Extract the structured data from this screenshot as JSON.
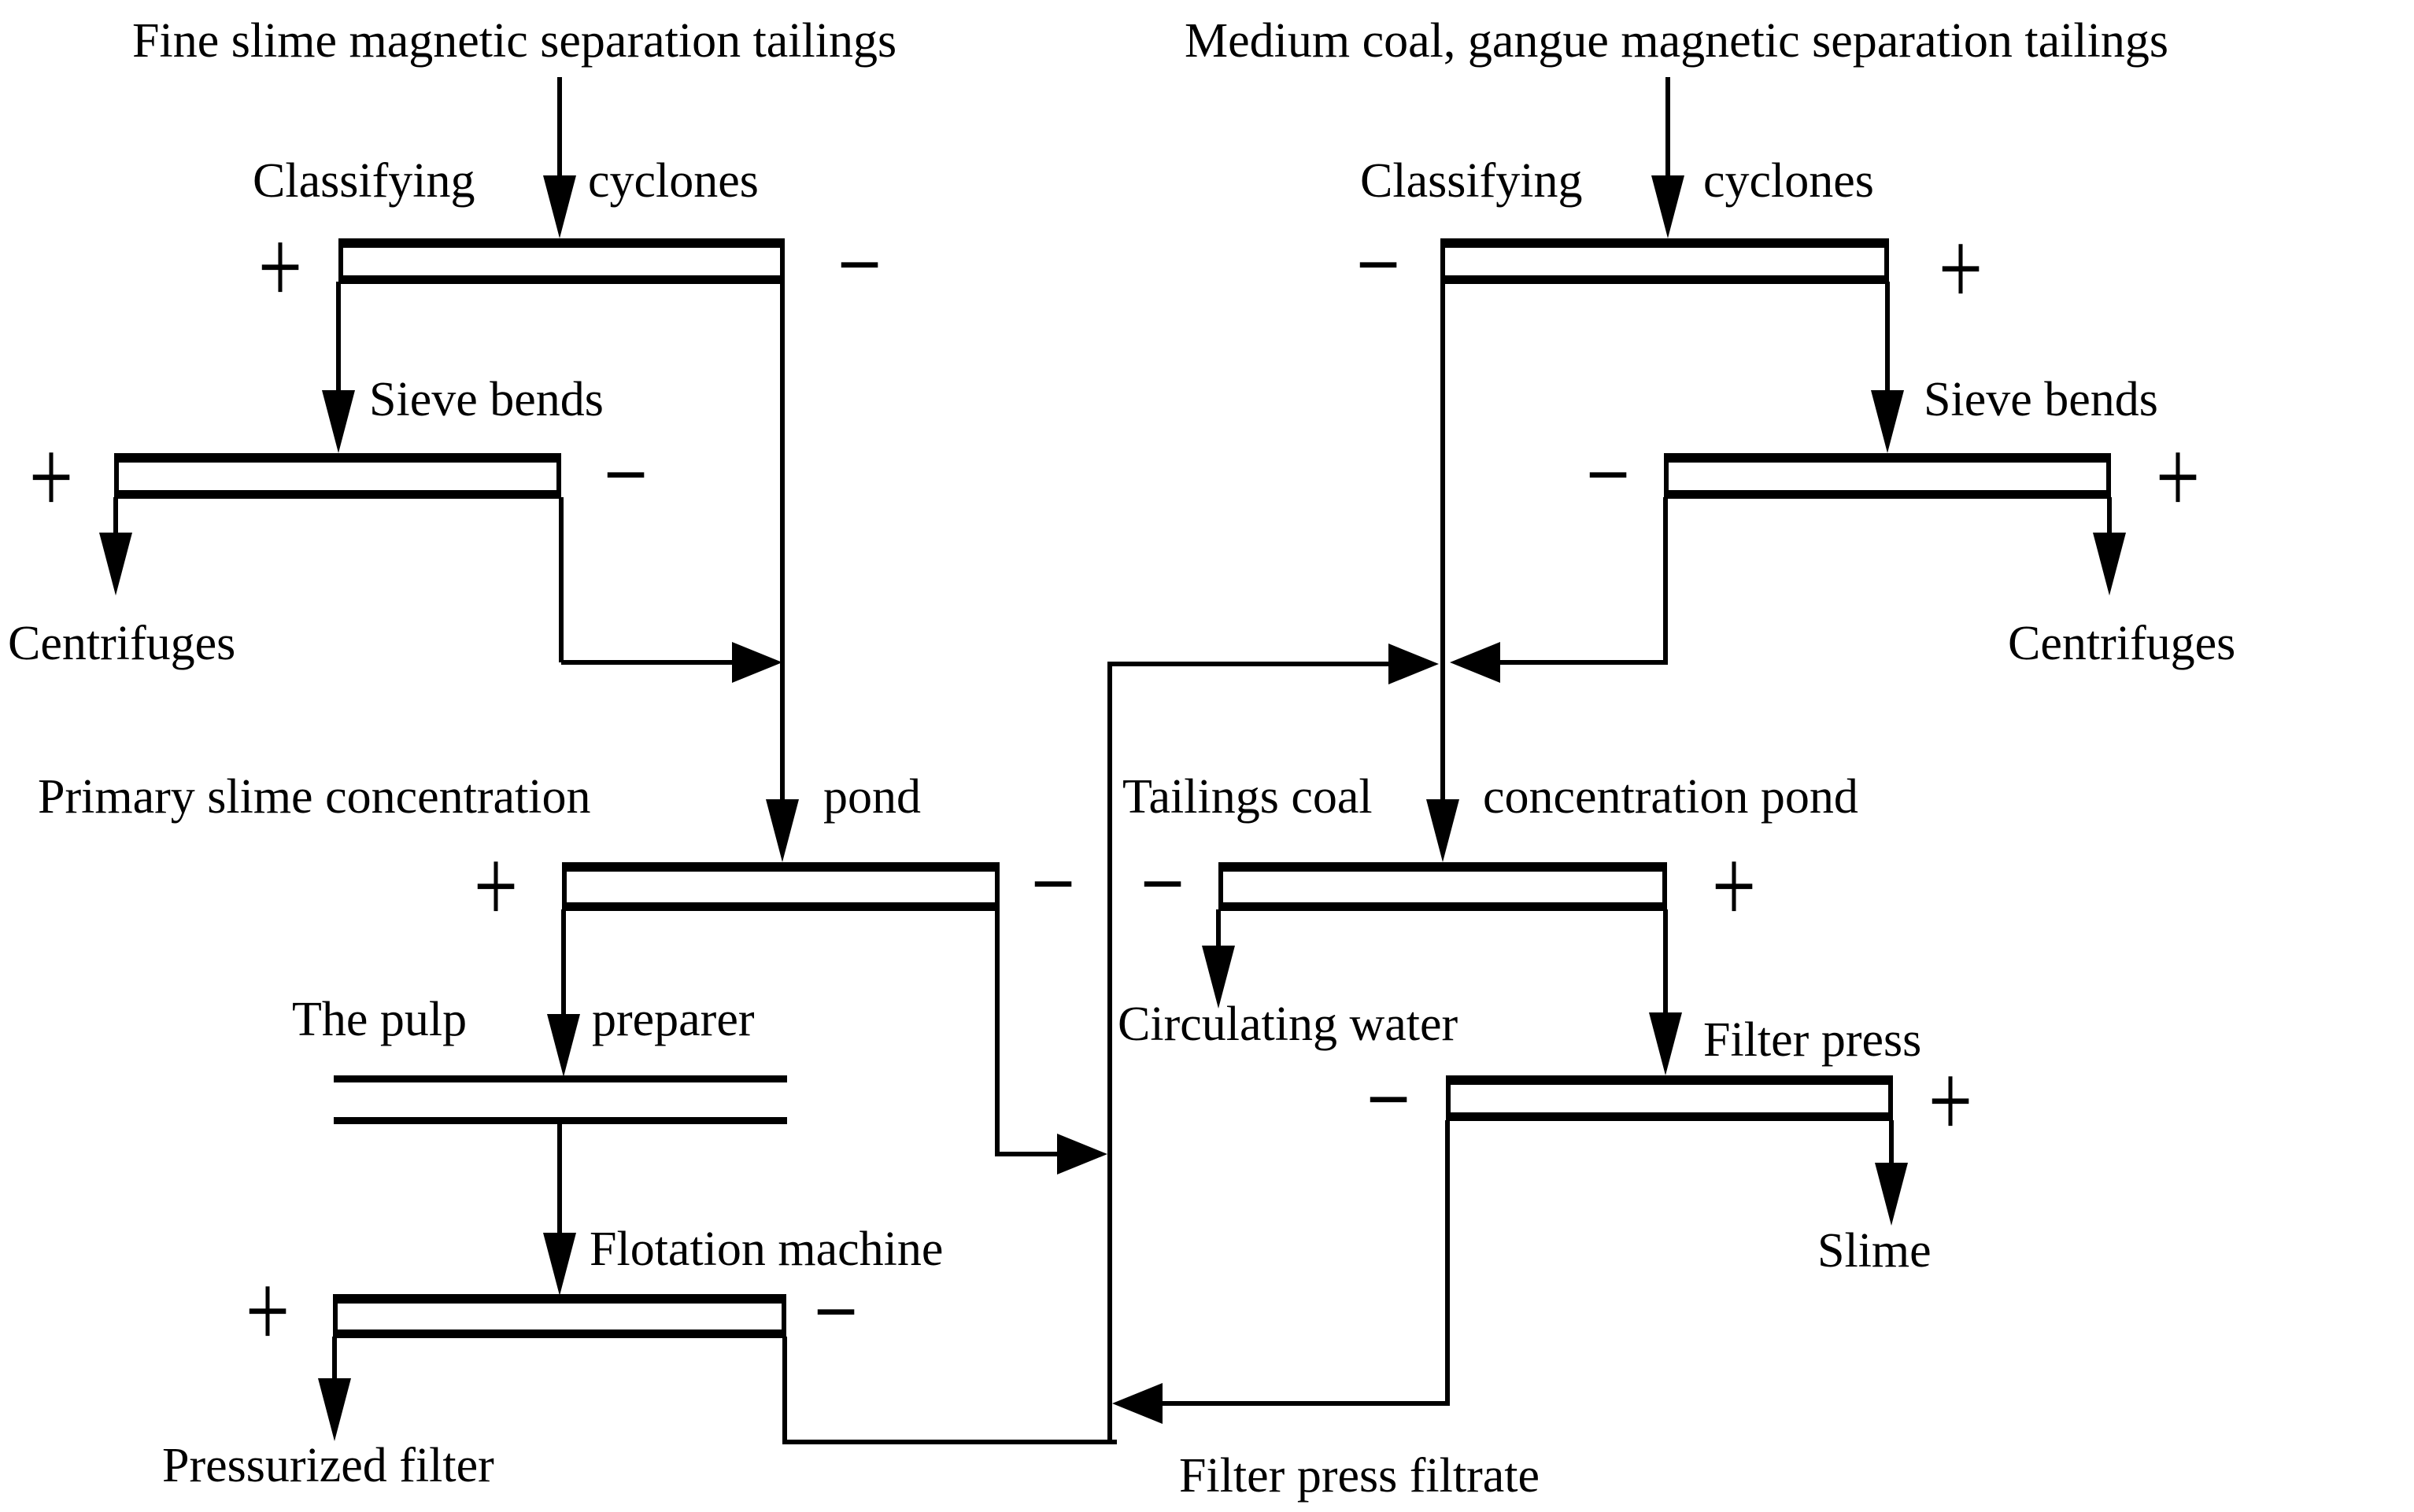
{
  "colors": {
    "ink": "#000000",
    "paper": "#ffffff"
  },
  "flowchart": {
    "left": {
      "feed_label": "Fine slime magnetic separation tailings",
      "cyclones": {
        "name_l": "Classifying",
        "name_r": "cyclones",
        "plus": "+",
        "minus": "−"
      },
      "sieve": {
        "name": "Sieve bends",
        "plus": "+",
        "minus": "−"
      },
      "centrifuges_label": "Centrifuges",
      "pond": {
        "name_l": "Primary slime concentration",
        "name_r": "pond",
        "plus": "+",
        "minus": "−"
      },
      "pulp": {
        "name_l": "The pulp",
        "name_r": "preparer"
      },
      "flotation": {
        "name": "Flotation machine",
        "plus": "+",
        "minus": "−"
      },
      "pressurized_filter_label": "Pressurized filter"
    },
    "right": {
      "feed_label": "Medium coal, gangue magnetic separation tailings",
      "cyclones": {
        "name_l": "Classifying",
        "name_r": "cyclones",
        "plus": "+",
        "minus": "−"
      },
      "sieve": {
        "name": "Sieve bends",
        "plus": "+",
        "minus": "−"
      },
      "centrifuges_label": "Centrifuges",
      "pond": {
        "name_l": "Tailings coal",
        "name_r": "concentration pond",
        "plus": "+",
        "minus": "−"
      },
      "circulating_water_label": "Circulating water",
      "filter_press": {
        "name": "Filter press",
        "plus": "+",
        "minus": "−"
      },
      "slime_label": "Slime",
      "filtrate_label": "Filter press filtrate"
    }
  }
}
